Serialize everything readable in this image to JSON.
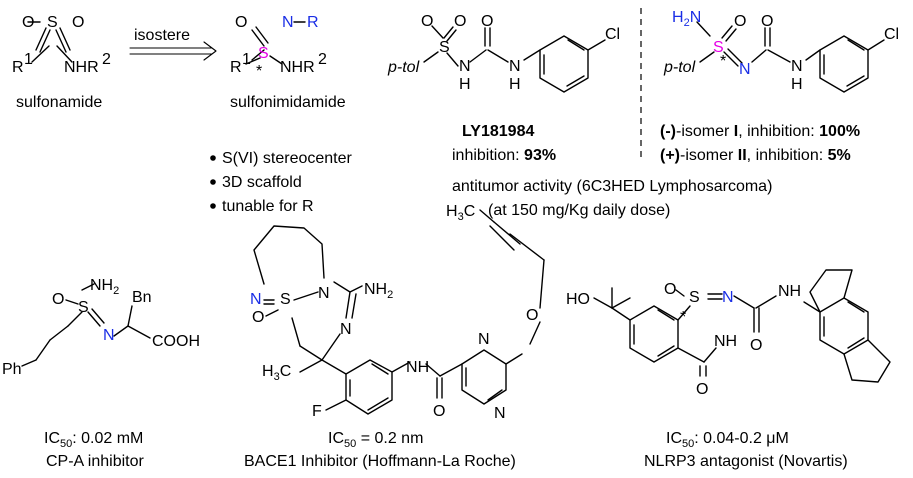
{
  "colors": {
    "black": "#000000",
    "blue": "#1a2ee6",
    "magenta": "#e600e6"
  },
  "top": {
    "arrow_label": "isostere",
    "sulfonamide": {
      "caption": "sulfonamide",
      "atoms": [
        "O",
        "S",
        "O",
        "R",
        "1",
        "NHR",
        "2"
      ]
    },
    "sulfonimidamide": {
      "caption": "sulfonimidamide",
      "atoms": [
        "N",
        "R",
        "O",
        "S",
        "R",
        "1",
        "*",
        "NHR",
        "2"
      ],
      "features": [
        "S(VI) stereocenter",
        "3D scaffold",
        "tunable for R"
      ]
    },
    "ly181984": {
      "atoms": [
        "O",
        "S",
        "O",
        "p-tol",
        "N",
        "H",
        "O",
        "N",
        "H",
        "Cl"
      ],
      "name": "LY181984",
      "inhibition_label": "inhibition: ",
      "inhibition_value": "93%"
    },
    "isomers": {
      "atoms": [
        "H",
        "2",
        "N",
        "O",
        "S",
        "*",
        "p-tol",
        "N",
        "O",
        "N",
        "H",
        "Cl"
      ],
      "line1": {
        "sign": "(-)",
        "text1": "-isomer ",
        "roman": "I",
        "text2": ", inhibition: ",
        "value": "100%"
      },
      "line2": {
        "sign": "(+)",
        "text1": "-isomer ",
        "roman": "II",
        "text2": ", inhibition: ",
        "value": "5%"
      }
    },
    "antitumor": {
      "line1": "antitumor activity (6C3HED Lymphosarcoma)",
      "line2": "(at 150 mg/Kg daily dose)"
    }
  },
  "bottom": {
    "cpa": {
      "atoms": [
        "O",
        "S",
        "NH",
        "2",
        "Bn",
        "N",
        "COOH",
        "Ph"
      ],
      "ic50_label": "IC",
      "ic50_sub": "50",
      "ic50_value": ": 0.02 mM",
      "caption": "CP-A inhibitor"
    },
    "bace1": {
      "atoms": [
        "N",
        "S",
        "N",
        "NH",
        "2",
        "O",
        "N",
        "H",
        "3",
        "C",
        "F",
        "N",
        "H",
        "O",
        "N",
        "N",
        "O",
        "H",
        "3",
        "C"
      ],
      "ic50_label": "IC",
      "ic50_sub": "50",
      "ic50_value": " = 0.2 nm",
      "caption": "BACE1 Inhibitor (Hoffmann-La Roche)"
    },
    "nlrp3": {
      "atoms": [
        "HO",
        "O",
        "S",
        "*",
        "N",
        "NH",
        "O",
        "O",
        "NH"
      ],
      "ic50_label": "IC",
      "ic50_sub": "50",
      "ic50_value": ": 0.04-0.2 μM",
      "caption": "NLRP3 antagonist (Novartis)"
    }
  }
}
